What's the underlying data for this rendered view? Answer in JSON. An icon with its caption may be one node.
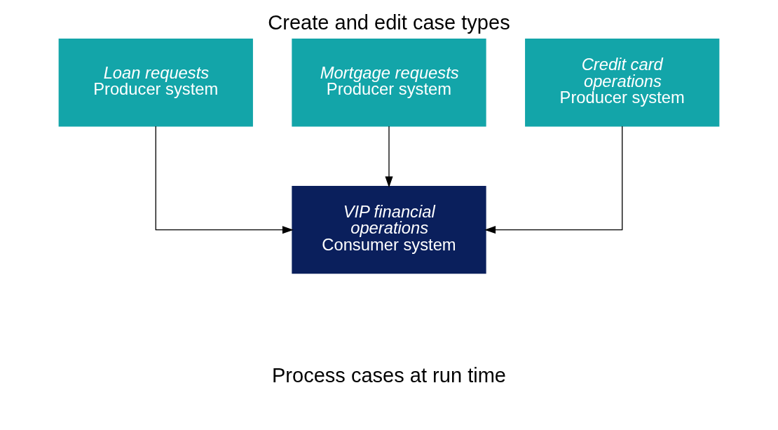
{
  "diagram": {
    "title": "Create and edit case types",
    "nodes": [
      {
        "text": [
          "Loan requests",
          "Producer system"
        ]
      },
      {
        "text": [
          "Mortgage requests",
          "Producer system"
        ]
      },
      {
        "text": [
          "Credit card operations",
          "Producer system"
        ]
      },
      {
        "text": [
          "VIP financial operations",
          "Consumer system"
        ]
      }
    ],
    "edges": [
      {
        "from": 0,
        "to": 3,
        "arrow": "to"
      },
      {
        "from": 1,
        "to": 3,
        "arrow": "to"
      },
      {
        "from": 2,
        "to": 3,
        "arrow": "to"
      }
    ],
    "labels": [
      "Process cases at run time"
    ]
  }
}
